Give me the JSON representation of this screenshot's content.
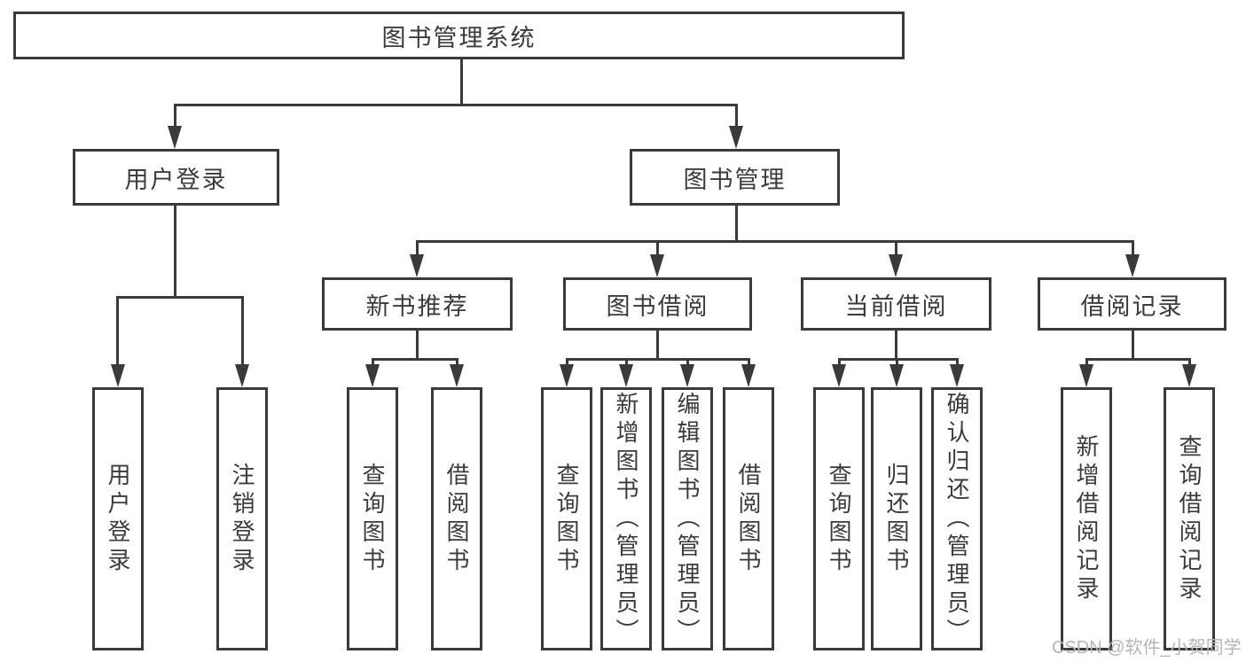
{
  "diagram": {
    "root": {
      "label": "图书管理系统"
    },
    "branches": [
      {
        "label": "用户登录",
        "children": [
          {
            "label": "用户登录"
          },
          {
            "label": "注销登录"
          }
        ]
      },
      {
        "label": "图书管理",
        "children": [
          {
            "label": "新书推荐",
            "children": [
              {
                "label": "查询图书"
              },
              {
                "label": "借阅图书"
              }
            ]
          },
          {
            "label": "图书借阅",
            "children": [
              {
                "label": "查询图书"
              },
              {
                "label": "新增图书（管理员）"
              },
              {
                "label": "编辑图书（管理员）"
              },
              {
                "label": "借阅图书"
              }
            ]
          },
          {
            "label": "当前借阅",
            "children": [
              {
                "label": "查询图书"
              },
              {
                "label": "归还图书"
              },
              {
                "label": "确认归还（管理员）"
              }
            ]
          },
          {
            "label": "借阅记录",
            "children": [
              {
                "label": "新增借阅记录"
              },
              {
                "label": "查询借阅记录"
              }
            ]
          }
        ]
      }
    ]
  },
  "watermark": {
    "text": "CSDN @软件_小贺同学"
  },
  "colors": {
    "line": "#3a3a3a",
    "text": "#3b3b3b",
    "watermark": "#b5b5b5",
    "background": "#ffffff"
  }
}
